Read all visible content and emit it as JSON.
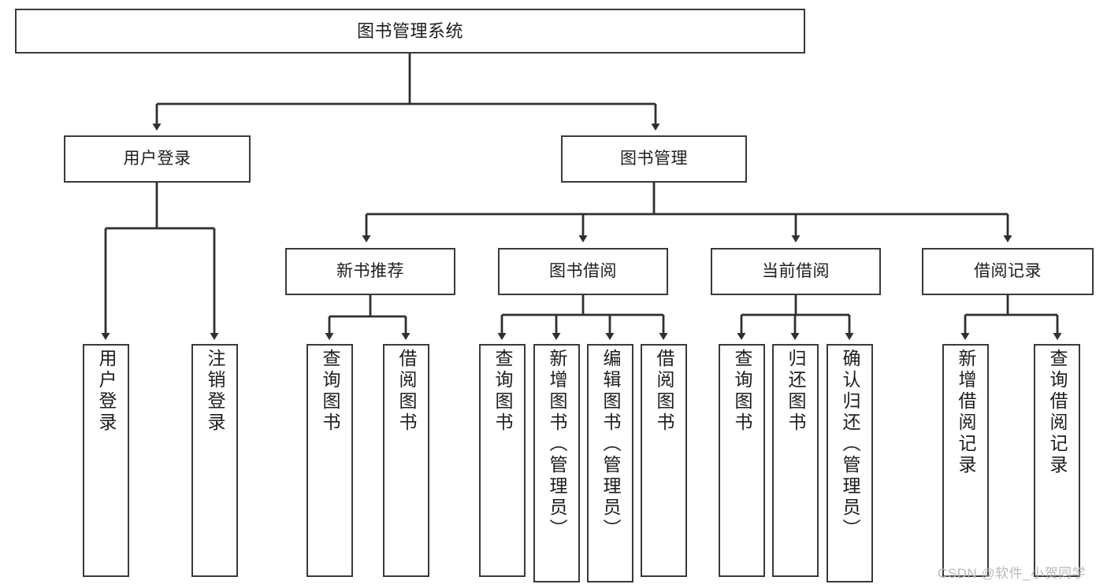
{
  "diagram": {
    "type": "tree-hierarchy-chart",
    "title": "图书管理系统",
    "watermark": "CSDN @软件_小贺同学",
    "colors": {
      "box_border": "#3a3a3a",
      "box_fill": "#ffffff",
      "connector": "#2f2f2f",
      "text": "#1d1d1d",
      "watermark": "#b9b9b9"
    },
    "nodes": {
      "root": {
        "label": "图书管理系统"
      },
      "level1": [
        {
          "id": "user-login",
          "label": "用户登录"
        },
        {
          "id": "book-manage",
          "label": "图书管理"
        }
      ],
      "level2": [
        {
          "id": "new-book-recommend",
          "label": "新书推荐"
        },
        {
          "id": "book-borrow",
          "label": "图书借阅"
        },
        {
          "id": "current-borrow",
          "label": "当前借阅"
        },
        {
          "id": "borrow-record",
          "label": "借阅记录"
        }
      ],
      "leaves": {
        "user-login": [
          {
            "id": "leaf-user-login",
            "label": "用户登录"
          },
          {
            "id": "leaf-logout-login",
            "label": "注销登录"
          }
        ],
        "new-book-recommend": [
          {
            "id": "leaf-query-book-1",
            "label": "查询图书"
          },
          {
            "id": "leaf-borrow-book-1",
            "label": "借阅图书"
          }
        ],
        "book-borrow": [
          {
            "id": "leaf-query-book-2",
            "label": "查询图书"
          },
          {
            "id": "leaf-add-book",
            "label": "新增图书（管理员）"
          },
          {
            "id": "leaf-edit-book",
            "label": "编辑图书（管理员）"
          },
          {
            "id": "leaf-borrow-book-2",
            "label": "借阅图书"
          }
        ],
        "current-borrow": [
          {
            "id": "leaf-query-book-3",
            "label": "查询图书"
          },
          {
            "id": "leaf-return-book",
            "label": "归还图书"
          },
          {
            "id": "leaf-confirm-return",
            "label": "确认归还（管理员）"
          }
        ],
        "borrow-record": [
          {
            "id": "leaf-add-record",
            "label": "新增借阅记录"
          },
          {
            "id": "leaf-query-record",
            "label": "查询借阅记录"
          }
        ]
      }
    }
  }
}
